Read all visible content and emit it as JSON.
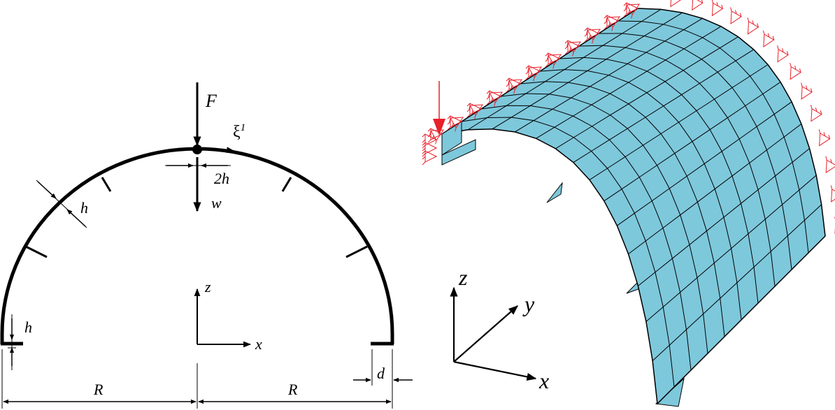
{
  "left_figure": {
    "labels": {
      "force": "F",
      "xi": "ξ",
      "xi_sup": "1",
      "two_h": "2h",
      "h_wall": "h",
      "w": "w",
      "z": "z",
      "x": "x",
      "h_flange": "h",
      "r_left": "R",
      "r_right": "R",
      "d": "d"
    }
  },
  "right_figure": {
    "labels": {
      "z": "z",
      "y": "y",
      "x": "x"
    },
    "colors": {
      "shell": "#7ec8dc",
      "mesh": "#000000",
      "constraint": "#e8202a"
    }
  }
}
